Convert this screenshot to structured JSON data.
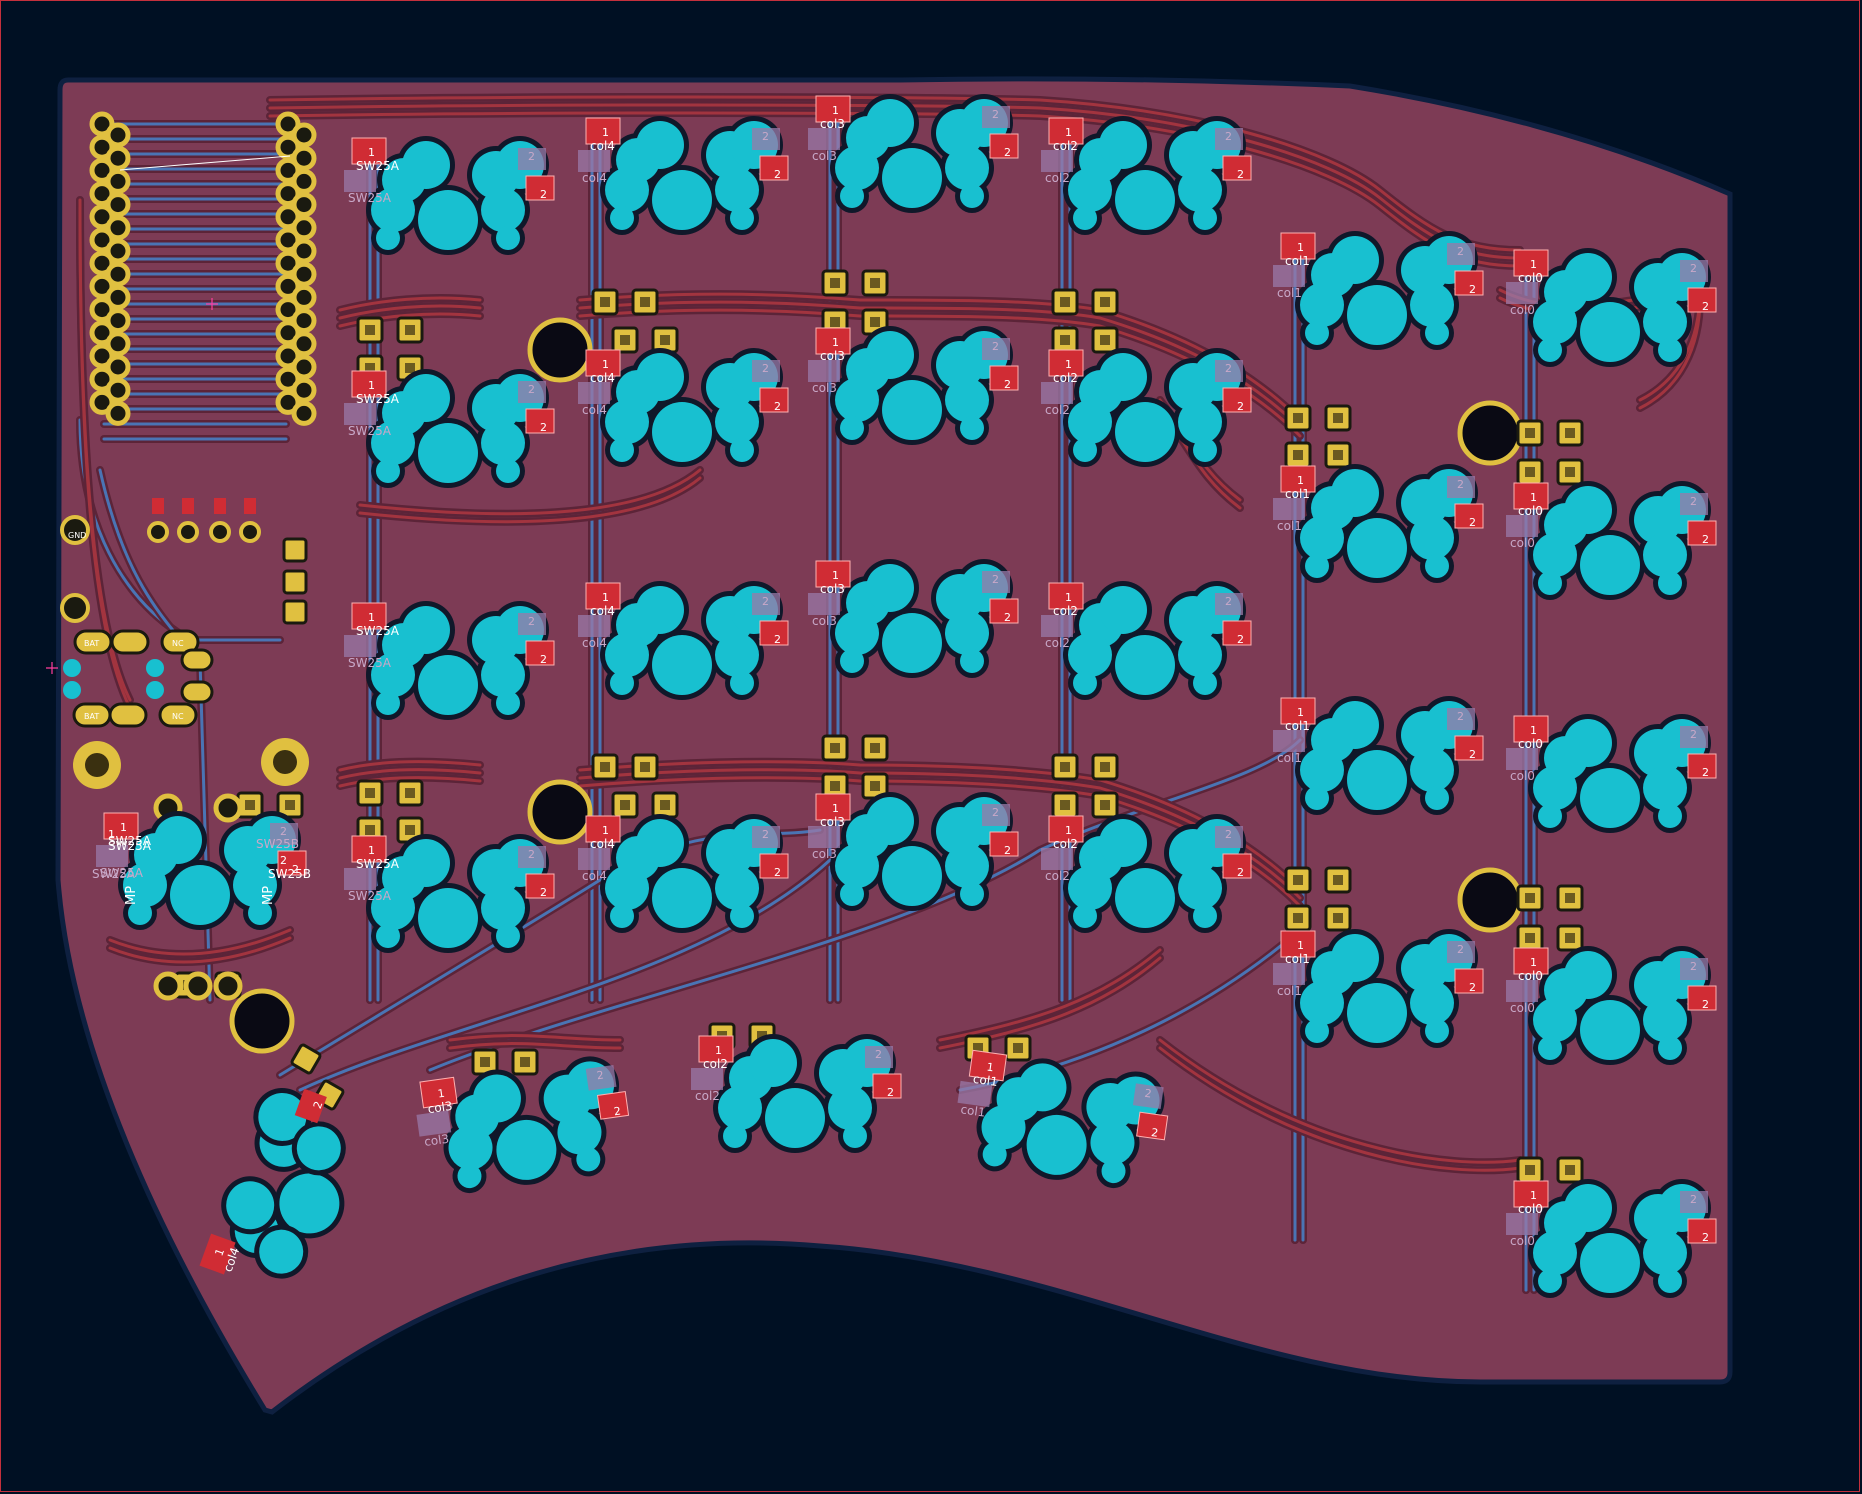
{
  "board": {
    "colors": {
      "background": "#001023",
      "board_fill": "#7d3b55",
      "edge_cuts": "#d8c838",
      "track_front": "#a2343f",
      "track_back": "#4a74b4",
      "pad_copper": "#e0c040",
      "npth_hole": "#18c0d0",
      "smd_pad": "#d02c34",
      "silkscreen": "#ffffff",
      "courtyard_back": "#9a7aa8"
    },
    "icons": [
      "mounting-hole-icon",
      "header-pin-icon",
      "switch-hole-icon"
    ]
  },
  "labels": {
    "pin1": "1",
    "pin2": "2",
    "sw_main": "SW25A",
    "sw_alt": "SW25B",
    "col0": "col0",
    "col1": "col1",
    "col2": "col2",
    "col3": "col3",
    "col4": "col4",
    "mp": "MP",
    "gnd": "GND",
    "bat": "BAT",
    "ncc": "NC"
  }
}
